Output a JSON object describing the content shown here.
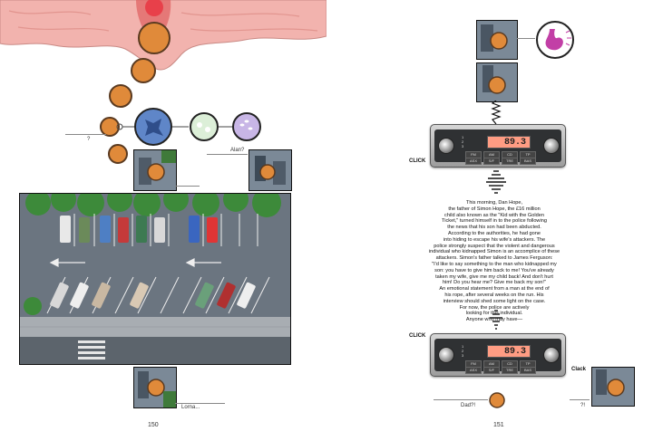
{
  "left_page": {
    "page_number": "150",
    "caption_question": "?",
    "caption_alan": "Alan?",
    "caption_lorna": "Lorna..."
  },
  "right_page": {
    "page_number": "151",
    "radio_top": {
      "frequency": "89.3",
      "presets": [
        "1",
        "2",
        "3",
        "4"
      ],
      "buttons_row1": [
        "FM",
        "AM",
        "CD",
        "TP"
      ],
      "buttons_row2": [
        "ASX",
        "S/F",
        "TRE",
        "BAS"
      ],
      "click_label": "CLICK"
    },
    "story_text": "This morning, Dan Hope,\nthe father of Simon Hope, the £16 million\nchild also known as the \"Kid with the Golden\nTicket,\" turned himself in to the police following\nthe news that his son had been abducted.\nAccording to the authorities, he had gone\ninto hiding to escape his wife's attackers. The\npolice strongly suspect that the violent and dangerous\nindividual who kidnapped Simon is an accomplice of these\nattackers. Simon's father talked to James Ferguson:\n\"I'd like to say something to the man who kidnapped my\nson: you have to give him back to me! You've already\ntaken my wife, give me my child back! And don't hurt\nhim! Do you hear me? Give me back my son!\"\nAn emotional statement from a man at the end of\nhis rope, after several weeks on the run. His\ninterview should shed some light on the case.\nFor now, the police are actively\nlooking for this individual.\nAnyone who may have—",
    "radio_bottom": {
      "frequency": "89.3",
      "presets": [
        "1",
        "2",
        "3",
        "4"
      ],
      "buttons_row1": [
        "FM",
        "AM",
        "CD",
        "TP"
      ],
      "buttons_row2": [
        "ASX",
        "S/F",
        "TRE",
        "BAS"
      ],
      "click_label": "CLICK"
    },
    "clack_label": "Clack",
    "caption_dad": "Dad?!",
    "caption_exclaim": "?!"
  },
  "colors": {
    "intestine_pink": "#f2b3ae",
    "orange_ball": "#e08a3a",
    "blue_cell": "#5f86c8",
    "green_cell": "#dcefd8",
    "purple_cell": "#c8b6e6",
    "stomach_magenta": "#c23fa6",
    "lcd_orange": "#ff9c83"
  }
}
